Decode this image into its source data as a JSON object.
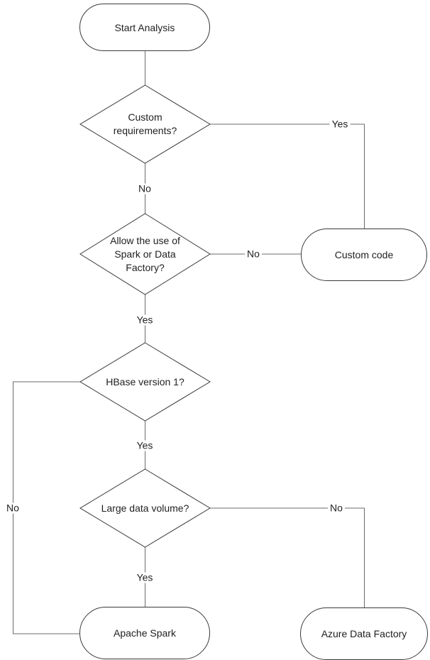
{
  "diagram": {
    "type": "flowchart",
    "background": "#ffffff",
    "colors": {
      "connector_line": "#6b6b6b",
      "shape_border": "#3a3a3a",
      "text": "#1f1f1f"
    },
    "nodes": {
      "start": {
        "type": "terminator",
        "label": "Start Analysis"
      },
      "custom_requirements": {
        "type": "decision",
        "label": "Custom\nrequirements?"
      },
      "allow_spark_df": {
        "type": "decision",
        "label": "Allow the use of\nSpark or Data\nFactory?"
      },
      "custom_code": {
        "type": "terminator",
        "label": "Custom code"
      },
      "hbase_v1": {
        "type": "decision",
        "label": "HBase version 1?"
      },
      "large_data_volume": {
        "type": "decision",
        "label": "Large data volume?"
      },
      "apache_spark": {
        "type": "terminator",
        "label": "Apache Spark"
      },
      "azure_data_factory": {
        "type": "terminator",
        "label": "Azure Data Factory"
      }
    },
    "edges": [
      {
        "from": "start",
        "to": "custom_requirements",
        "label": ""
      },
      {
        "from": "custom_requirements",
        "to": "custom_code",
        "label": "Yes"
      },
      {
        "from": "custom_requirements",
        "to": "allow_spark_df",
        "label": "No"
      },
      {
        "from": "allow_spark_df",
        "to": "custom_code",
        "label": "No"
      },
      {
        "from": "allow_spark_df",
        "to": "hbase_v1",
        "label": "Yes"
      },
      {
        "from": "hbase_v1",
        "to": "apache_spark",
        "label": "No"
      },
      {
        "from": "hbase_v1",
        "to": "large_data_volume",
        "label": "Yes"
      },
      {
        "from": "large_data_volume",
        "to": "azure_data_factory",
        "label": "No"
      },
      {
        "from": "large_data_volume",
        "to": "apache_spark",
        "label": "Yes"
      }
    ],
    "edge_labels": {
      "custom_requirements_yes": "Yes",
      "custom_requirements_no": "No",
      "allow_spark_df_no": "No",
      "allow_spark_df_yes": "Yes",
      "hbase_v1_no": "No",
      "hbase_v1_yes": "Yes",
      "large_data_volume_no": "No",
      "large_data_volume_yes": "Yes"
    }
  }
}
